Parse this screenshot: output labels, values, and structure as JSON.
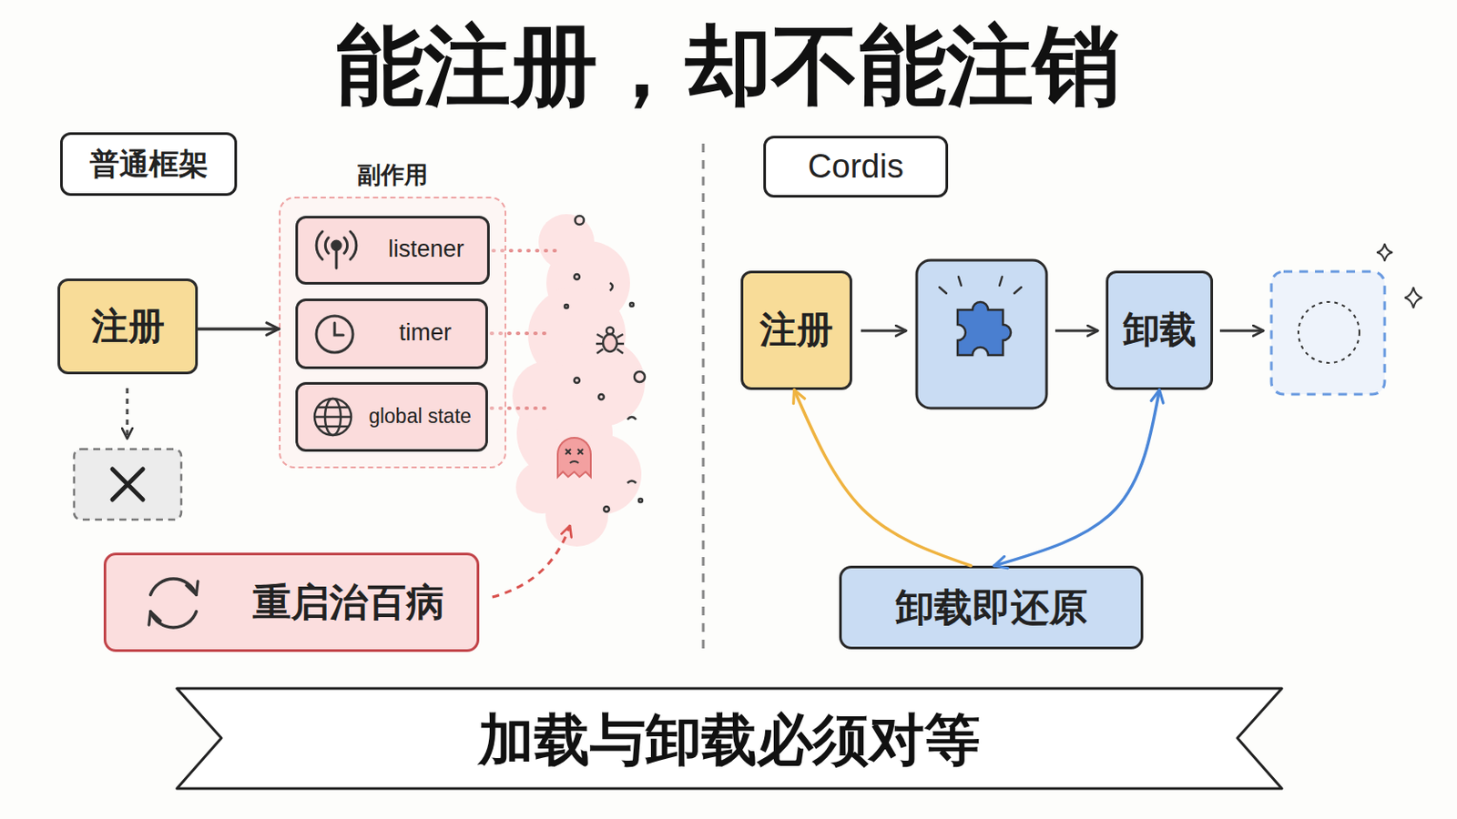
{
  "diagram": {
    "title": "能注册，却不能注销",
    "caption": "加载与卸载必须对等",
    "nodes": [
      {
        "text": [
          "普通框架"
        ]
      },
      {
        "text": [
          "Cordis"
        ]
      },
      {
        "text": [
          "注册"
        ]
      },
      {
        "text": [
          "副作用"
        ]
      },
      {
        "text": [
          "listener"
        ],
        "in": 3
      },
      {
        "text": [
          "timer"
        ],
        "in": 3
      },
      {
        "text": [
          "global state"
        ],
        "in": 3
      },
      {
        "text": [
          "注册"
        ]
      },
      {
        "text": [
          "卸载"
        ]
      },
      {
        "text": [
          "重启治百病"
        ]
      },
      {
        "text": [
          "卸载即还原"
        ]
      }
    ],
    "edges": [
      {
        "from": 2,
        "to": 3,
        "arrow": "to"
      },
      {
        "from": 10,
        "to": 7,
        "arrow": "to"
      },
      {
        "from": 10,
        "to": 8,
        "arrow": "both"
      }
    ]
  }
}
